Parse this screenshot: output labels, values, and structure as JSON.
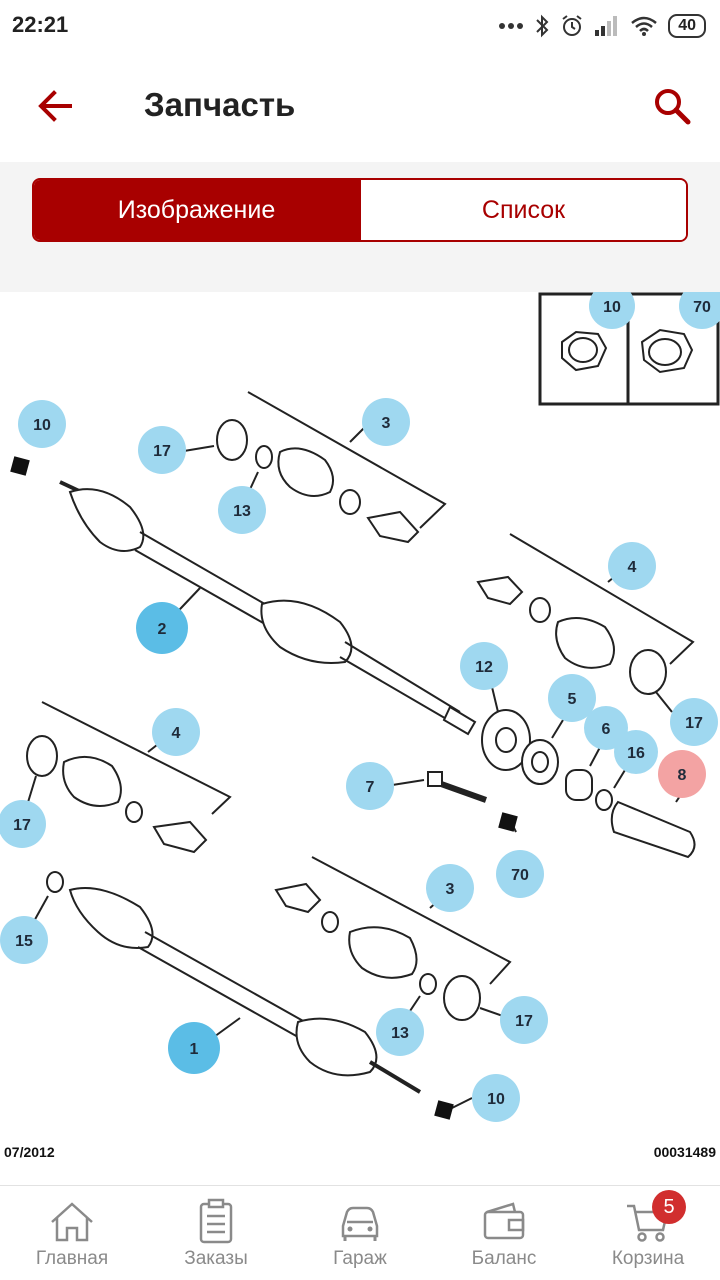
{
  "status_bar": {
    "time": "22:21",
    "battery": "40",
    "icons": [
      "dots-icon",
      "bluetooth-icon",
      "alarm-icon",
      "signal-icon",
      "wifi-icon",
      "battery-icon"
    ]
  },
  "app_bar": {
    "title": "Запчасть",
    "back_icon": "arrow-left-icon",
    "search_icon": "search-icon"
  },
  "tabs": {
    "image_label": "Изображение",
    "list_label": "Список",
    "active": "image"
  },
  "diagram": {
    "date": "07/2012",
    "code": "00031489",
    "inset_labels": [
      "10",
      "70"
    ],
    "callouts": [
      {
        "label": "10",
        "highlight": false
      },
      {
        "label": "17",
        "highlight": false
      },
      {
        "label": "3",
        "highlight": false
      },
      {
        "label": "13",
        "highlight": false
      },
      {
        "label": "2",
        "highlight": true
      },
      {
        "label": "4",
        "highlight": false
      },
      {
        "label": "17",
        "highlight": false
      },
      {
        "label": "12",
        "highlight": false
      },
      {
        "label": "5",
        "highlight": false
      },
      {
        "label": "6",
        "highlight": false
      },
      {
        "label": "16",
        "highlight": false
      },
      {
        "label": "8",
        "highlight": "red"
      },
      {
        "label": "7",
        "highlight": false
      },
      {
        "label": "70",
        "highlight": false
      },
      {
        "label": "4",
        "highlight": false
      },
      {
        "label": "17",
        "highlight": false
      },
      {
        "label": "15",
        "highlight": false
      },
      {
        "label": "3",
        "highlight": false
      },
      {
        "label": "13",
        "highlight": false
      },
      {
        "label": "17",
        "highlight": false
      },
      {
        "label": "1",
        "highlight": true
      },
      {
        "label": "10",
        "highlight": false
      }
    ],
    "colors": {
      "callout": "#9fd8f0",
      "callout_strong": "#5bbde6",
      "callout_red": "#f3a3a3"
    }
  },
  "bottom_nav": {
    "items": [
      {
        "label": "Главная",
        "icon": "home-icon"
      },
      {
        "label": "Заказы",
        "icon": "orders-icon"
      },
      {
        "label": "Гараж",
        "icon": "car-icon"
      },
      {
        "label": "Баланс",
        "icon": "wallet-icon"
      },
      {
        "label": "Корзина",
        "icon": "cart-icon"
      }
    ],
    "cart_badge": "5"
  },
  "colors": {
    "accent": "#a80000",
    "badge": "#d12e2e"
  }
}
